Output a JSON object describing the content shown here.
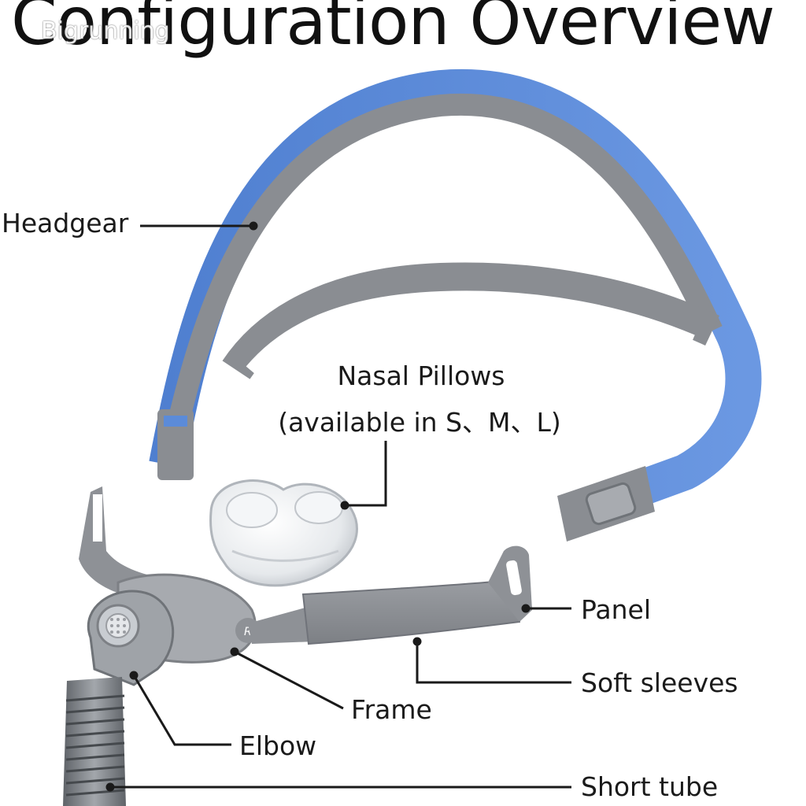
{
  "title": "Configuration Overview",
  "watermark": "Bigrunning",
  "labels": {
    "headgear": "Headgear",
    "nasal_pillows": "Nasal Pillows",
    "nasal_pillows_sizes": "(available in S、M、L)",
    "panel": "Panel",
    "soft_sleeves": "Soft sleeves",
    "frame": "Frame",
    "elbow": "Elbow",
    "short_tube": "Short tube",
    "frame_side_mark": "R"
  },
  "colors": {
    "headgear_outer": "#5b8bd9",
    "headgear_inner": "#8a8d92",
    "frame_gray": "#8e9196",
    "pillow_clear": "#e9ecef",
    "tube_gray": "#6f7378",
    "leader_line": "#1a1a1a"
  }
}
